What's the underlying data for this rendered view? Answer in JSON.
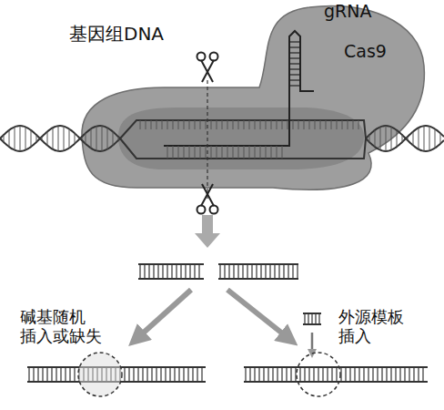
{
  "diagram": {
    "labels": [
      "基因组DNA",
      "gRNA",
      "Cas9",
      "碱基随机 插入或缺失",
      "外源模板 插入"
    ]
  }
}
